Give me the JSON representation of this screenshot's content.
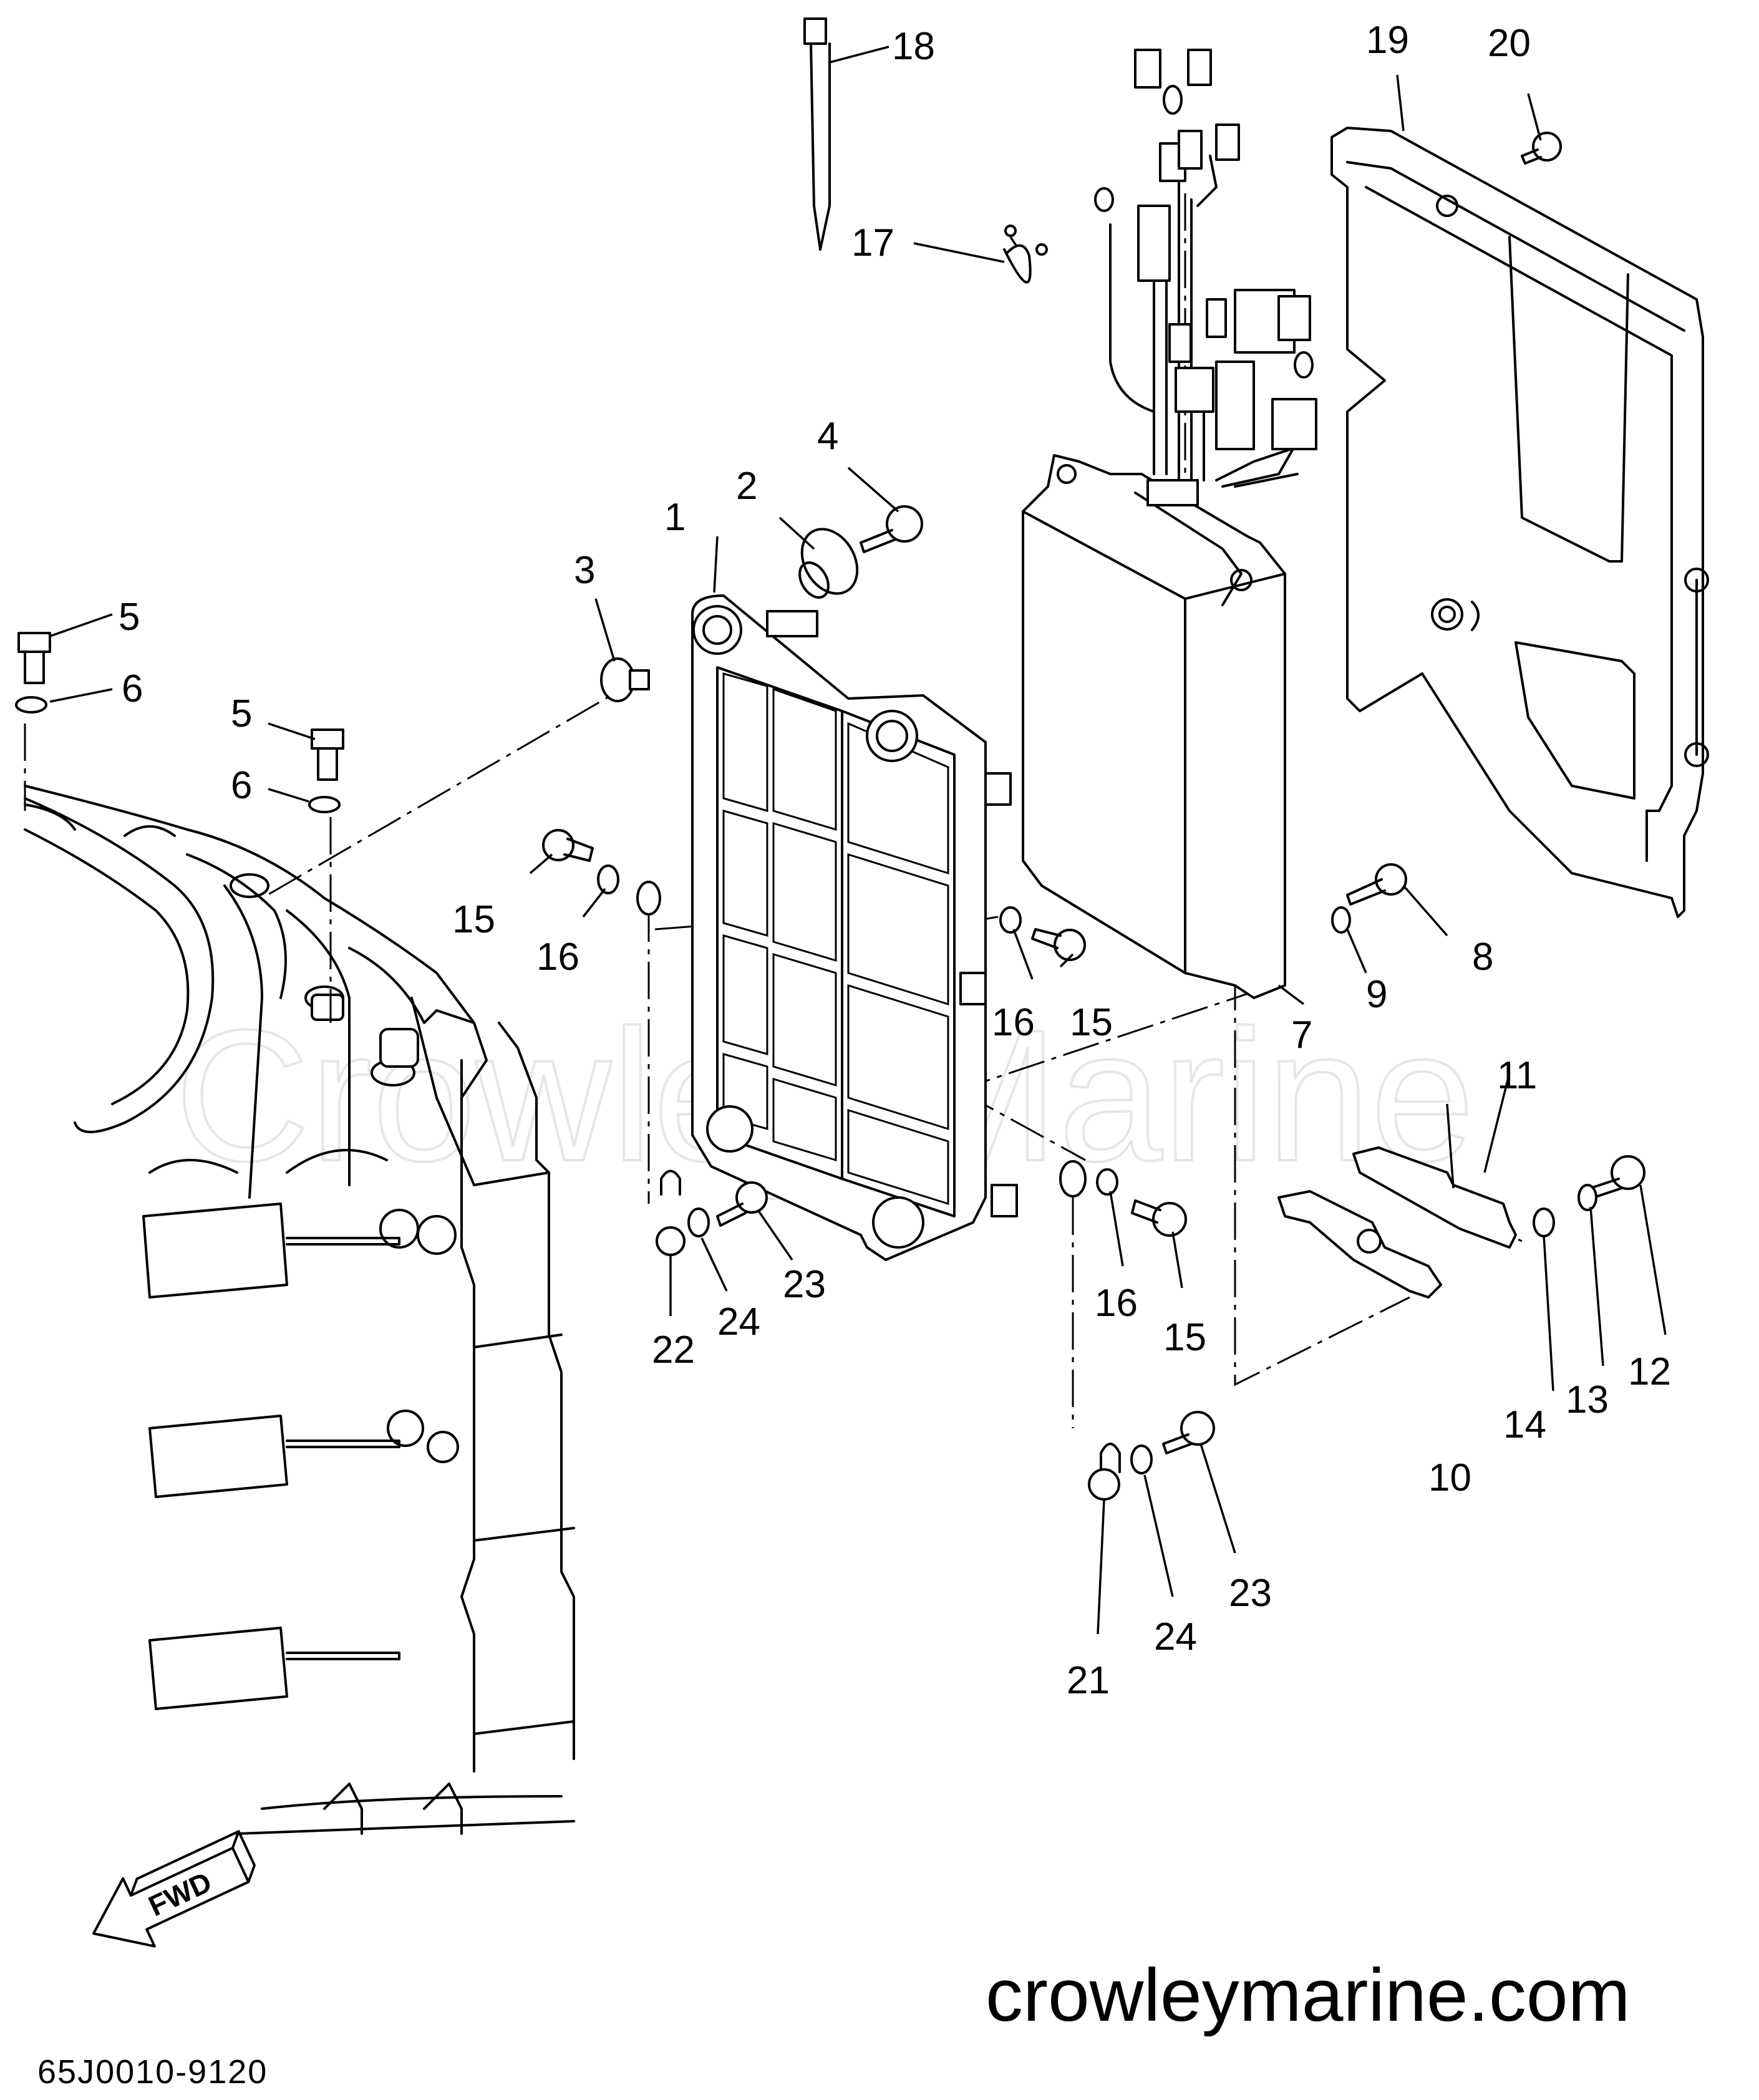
{
  "watermark": "Crowley Marine",
  "site_url": "crowleymarine.com",
  "diagram_code": "65J0010-9120",
  "fwd_label": "FWD",
  "callouts": {
    "c1": "1",
    "c2": "2",
    "c3": "3",
    "c4": "4",
    "c5a": "5",
    "c5b": "5",
    "c6a": "6",
    "c6b": "6",
    "c7": "7",
    "c8": "8",
    "c9": "9",
    "c10": "10",
    "c11": "11",
    "c12": "12",
    "c13": "13",
    "c14": "14",
    "c15a": "15",
    "c15b": "15",
    "c15c": "15",
    "c16a": "16",
    "c16b": "16",
    "c16c": "16",
    "c17": "17",
    "c18": "18",
    "c19": "19",
    "c20": "20",
    "c21": "21",
    "c22": "22",
    "c23a": "23",
    "c23b": "23",
    "c24a": "24",
    "c24b": "24"
  }
}
